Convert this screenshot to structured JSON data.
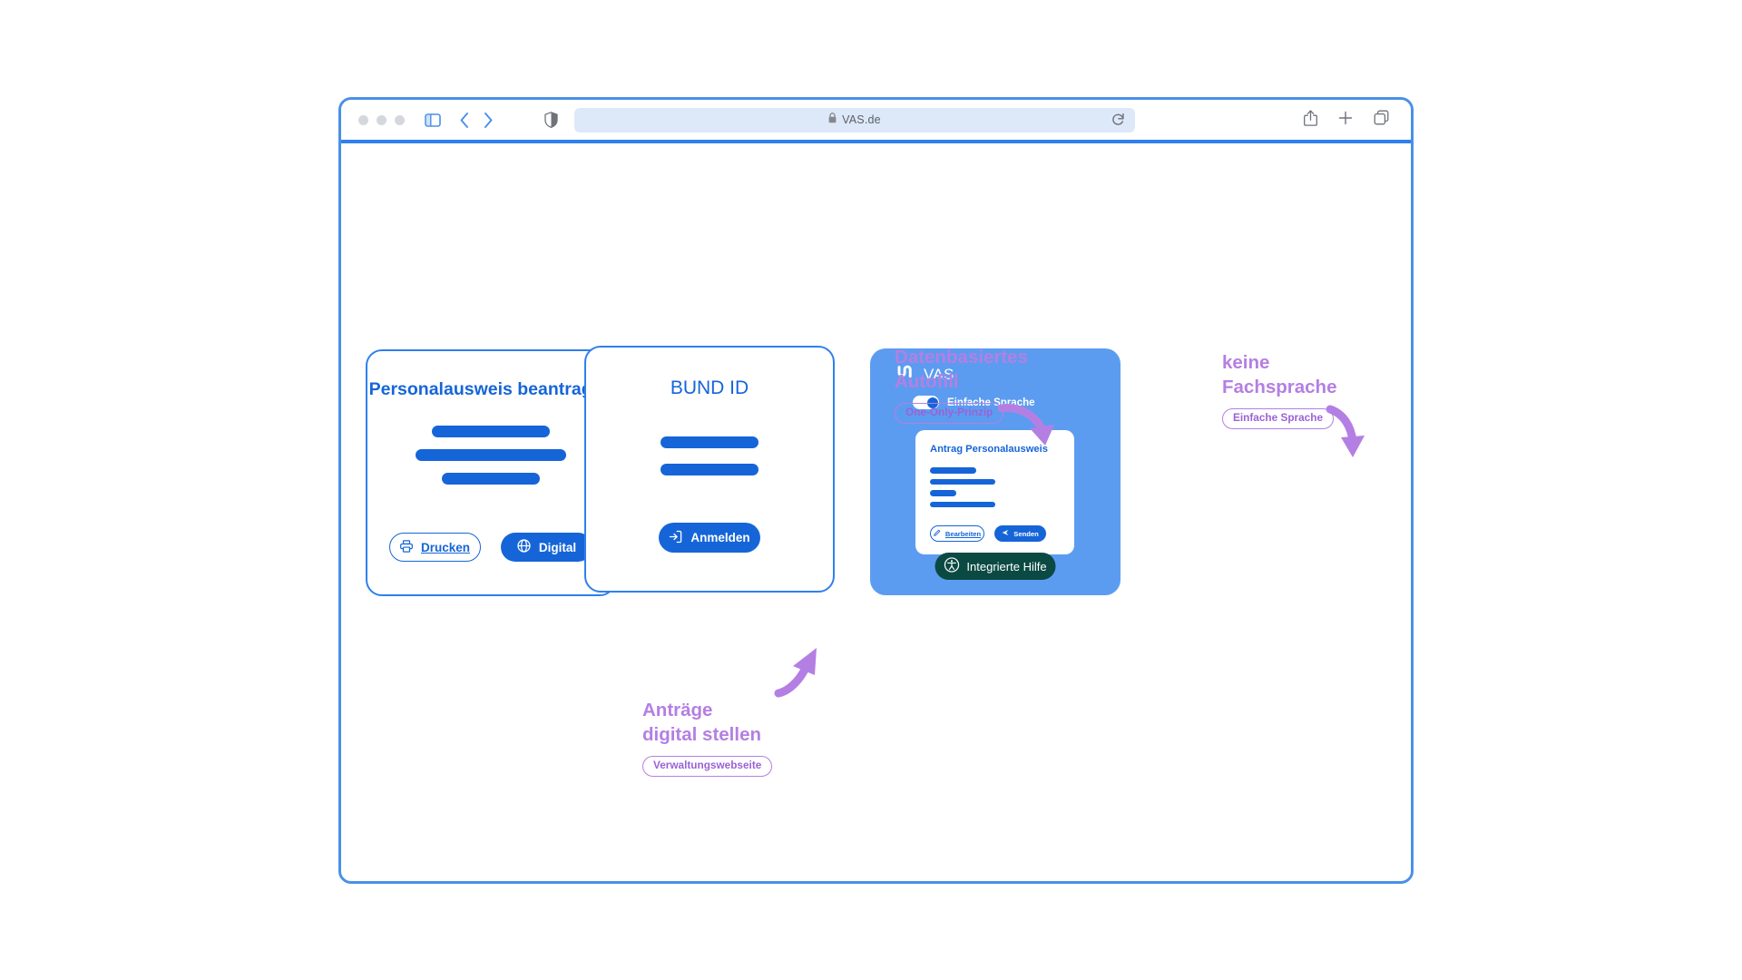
{
  "browser": {
    "url": "VAS.de",
    "lock_icon": "lock-icon",
    "reload_icon": "reload-icon",
    "sidebar_icon": "sidebar-toggle-icon",
    "back_icon": "chevron-left-icon",
    "forward_icon": "chevron-right-icon",
    "shield_icon": "shield-privacy-icon",
    "share_icon": "share-icon",
    "newtab_icon": "plus-icon",
    "tabs_icon": "tab-overview-icon"
  },
  "colors": {
    "accent_blue": "#2f80ed",
    "deep_blue": "#1565d8",
    "card_blue": "#5c9cf0",
    "annotation_purple": "#b47fe3",
    "pill_purple": "#9b62d6",
    "help_green": "#0b4a43",
    "browser_frame": "#4a90e8",
    "urlbar_bg": "#dde8f8"
  },
  "cards": {
    "antrag": {
      "title": "Personalausweis\nbeantragen",
      "bars": [
        130,
        166,
        108
      ],
      "print_button": {
        "label": "Drucken",
        "icon": "printer-icon"
      },
      "digital_button": {
        "label": "Digital",
        "icon": "globe-icon"
      }
    },
    "bundid": {
      "title": "BUND ID",
      "bars": [
        108,
        108
      ],
      "login_button": {
        "label": "Anmelden",
        "icon": "login-arrow-icon"
      }
    },
    "vas": {
      "brand": "VAS",
      "brand_logo_icon": "vas-logo-icon",
      "toggle": {
        "label": "Einfache Sprache",
        "state": "on"
      },
      "inner_card": {
        "title": "Antrag Personalausweis",
        "bars": [
          51,
          72,
          29,
          72
        ],
        "edit_button": {
          "label": "Bearbeiten",
          "icon": "pencil-icon"
        },
        "send_button": {
          "label": "Senden",
          "icon": "send-icon"
        }
      },
      "help_button": {
        "label": "Integrierte Hilfe",
        "icon": "accessibility-icon"
      }
    }
  },
  "annotations": [
    {
      "id": "antraege",
      "title": "Anträge\ndigital stellen",
      "pill": "Verwaltungswebseite"
    },
    {
      "id": "autofill",
      "title": "Datenbasiertes\nAutofill",
      "pill": "One-Only-Prinzip"
    },
    {
      "id": "fachsprache",
      "title": "keine\nFachsprache",
      "pill": "Einfache Sprache"
    }
  ]
}
